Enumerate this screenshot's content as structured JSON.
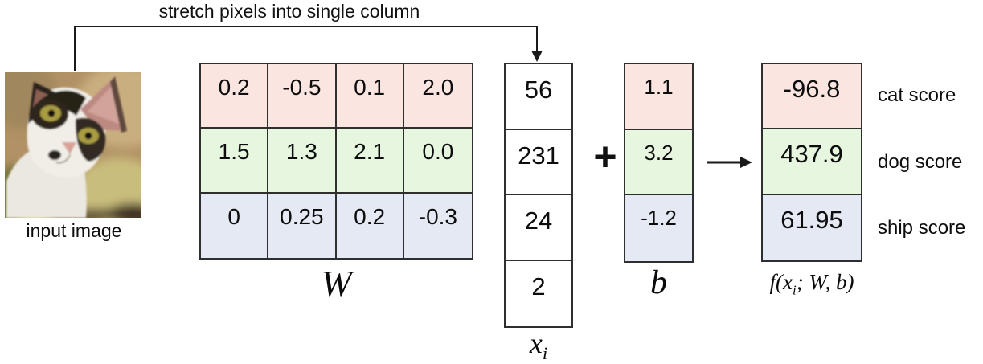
{
  "annotation": {
    "stretch_label": "stretch pixels into single column"
  },
  "input_image": {
    "caption": "input image"
  },
  "weight_matrix": {
    "label": "W",
    "rows": [
      {
        "name": "cat-row",
        "values": [
          "0.2",
          "-0.5",
          "0.1",
          "2.0"
        ]
      },
      {
        "name": "dog-row",
        "values": [
          "1.5",
          "1.3",
          "2.1",
          "0.0"
        ]
      },
      {
        "name": "ship-row",
        "values": [
          "0",
          "0.25",
          "0.2",
          "-0.3"
        ]
      }
    ]
  },
  "pixel_vector": {
    "label_base": "x",
    "label_sub": "i",
    "values": [
      "56",
      "231",
      "24",
      "2"
    ]
  },
  "operator": {
    "plus": "+"
  },
  "bias_vector": {
    "label": "b",
    "values": [
      "1.1",
      "3.2",
      "-1.2"
    ]
  },
  "output_vector": {
    "label_pre": "f(x",
    "label_sub": "i",
    "label_post": "; W, b)",
    "values": [
      "-96.8",
      "437.9",
      "61.95"
    ],
    "score_names": [
      "cat score",
      "dog score",
      "ship score"
    ]
  },
  "colors": {
    "cat_row": "#fbe5e1",
    "dog_row": "#e7f6df",
    "ship_row": "#e4e9f4",
    "cell_white": "#ffffff",
    "border": "#2f2f2f",
    "arrow": "#1a1a1a"
  }
}
